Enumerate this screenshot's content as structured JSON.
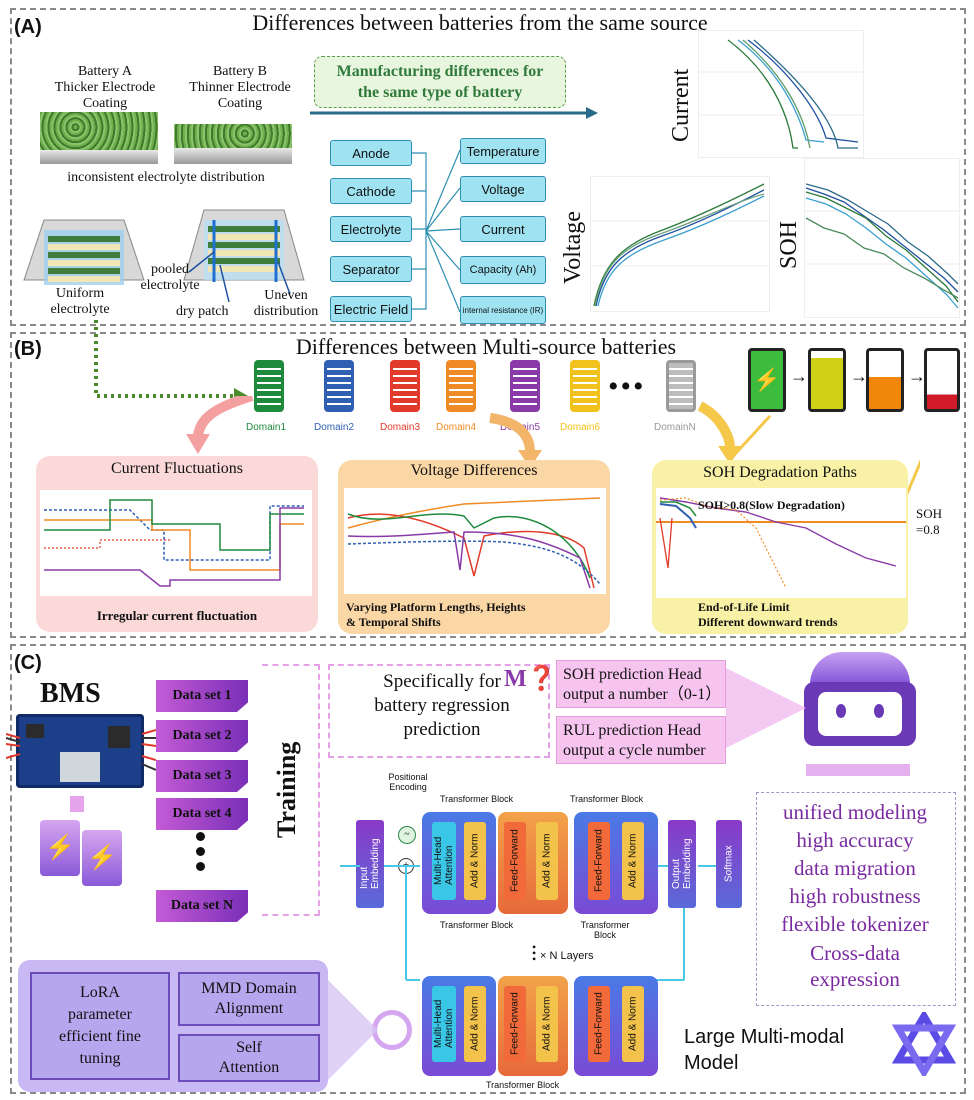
{
  "panel_a": {
    "label": "(A)",
    "title": "Differences between batteries from the same source",
    "battery_a": "Battery A\nThicker Electrode\nCoating",
    "battery_b": "Battery B\nThinner Electrode\nCoating",
    "inconsistent": "inconsistent electrolyte distribution",
    "manufacturing": "Manufacturing differences for the same type of battery",
    "uniform": "Uniform\nelectrolyte",
    "pooled": "pooled\nelectrolyte",
    "dry_patch": "dry patch",
    "uneven": "Uneven\ndistribution",
    "components": [
      "Anode",
      "Cathode",
      "Electrolyte",
      "Separator",
      "Electric Field"
    ],
    "outputs": [
      "Temperature",
      "Voltage",
      "Current",
      "Capacity (Ah)",
      "internal resistance (IR)"
    ],
    "plot_current": "Current",
    "plot_voltage": "Voltage",
    "plot_soh": "SOH"
  },
  "panel_b": {
    "label": "(B)",
    "title": "Differences between Multi-source batteries",
    "domains": [
      {
        "name": "Domain1",
        "color": "#1e8a3c"
      },
      {
        "name": "Domain2",
        "color": "#2f5fb3"
      },
      {
        "name": "Domain3",
        "color": "#e23a2a"
      },
      {
        "name": "Domain4",
        "color": "#f08a24"
      },
      {
        "name": "Domain5",
        "color": "#8a3aa8"
      },
      {
        "name": "Domain6",
        "color": "#f2c21c"
      },
      {
        "name": "DomainN",
        "color": "#9a9a9a"
      }
    ],
    "dots": "•••",
    "current_title": "Current Fluctuations",
    "current_caption": "Irregular current fluctuation",
    "voltage_title": "Voltage Differences",
    "voltage_caption": "Varying Platform Lengths, Heights\n& Temporal Shifts",
    "soh_title": "SOH Degradation Paths",
    "soh_annotation": "SOH>0.8(Slow Degradation)",
    "soh_threshold": "SOH\n=0.8",
    "soh_caption": "End-of-Life Limit\nDifferent downward trends"
  },
  "panel_c": {
    "label": "(C)",
    "bms": "BMS",
    "datasets": [
      "Data set 1",
      "Data set 2",
      "Data set 3",
      "Data set 4",
      "Data set N"
    ],
    "training": "Training",
    "specific": "Specifically for\nbattery regression\nprediction",
    "soh_head": "SOH prediction Head\noutput a number（0-1）",
    "rul_head": "RUL prediction Head\noutput a cycle number",
    "positional": "Positional\nEncoding",
    "input_embedding": "Input\nEmbedding",
    "output_embedding": "Output\nEmbedding",
    "softmax": "Softmax",
    "transformer_block": "Transformer Block",
    "mha": "Multi-Head\nAttention",
    "add_norm": "Add & Norm",
    "feed_forward": "Feed-Forward",
    "n_layers": "× N Layers",
    "features": [
      "unified modeling",
      "high accuracy",
      "data migration",
      "high robustness",
      "flexible tokenizer",
      "Cross-data\nexpression"
    ],
    "lora": "LoRA\nparameter\nefficient fine\ntuning",
    "mmd": "MMD Domain\nAlignment",
    "self_attention": "Self\nAttention",
    "large_model": "Large Multi-modal\nModel"
  },
  "colors": {
    "cyan_box": "#9fe3f3",
    "purple": "#7a2aa0",
    "pink": "#f6c4ee"
  }
}
